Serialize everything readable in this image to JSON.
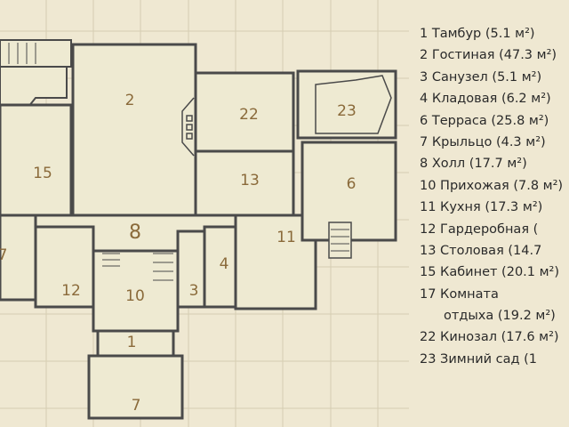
{
  "plan": {
    "rooms": [
      {
        "num": "1"
      },
      {
        "num": "2"
      },
      {
        "num": "3"
      },
      {
        "num": "4"
      },
      {
        "num": "6"
      },
      {
        "num": "7"
      },
      {
        "num": "8"
      },
      {
        "num": "10"
      },
      {
        "num": "11"
      },
      {
        "num": "12"
      },
      {
        "num": "13"
      },
      {
        "num": "15"
      },
      {
        "num": "7",
        "partial": true
      },
      {
        "num": "22"
      },
      {
        "num": "23"
      }
    ]
  },
  "legend": {
    "items": [
      "1 Тамбур (5.1 м²)",
      "2 Гостиная (47.3 м²)",
      "3 Санузел (5.1 м²)",
      "4 Кладовая (6.2 м²)",
      "6 Терраса (25.8 м²)",
      "7 Крыльцо (4.3 м²)",
      "8 Холл (17.7 м²)",
      "10 Прихожая (7.8 м²)",
      "11 Кухня (17.3 м²)",
      "12 Гардеробная (",
      "13 Столовая (14.7",
      "15 Кабинет (20.1 м²)",
      "17 Комната",
      "отдыха (19.2 м²)",
      "22 Кинозал (17.6 м²)",
      "23 Зимний сад (1"
    ]
  },
  "colors": {
    "background": "#efe8d2",
    "room_fill": "#eeead2",
    "wall": "#4a4a4a",
    "room_number": "#8a6a3a"
  }
}
